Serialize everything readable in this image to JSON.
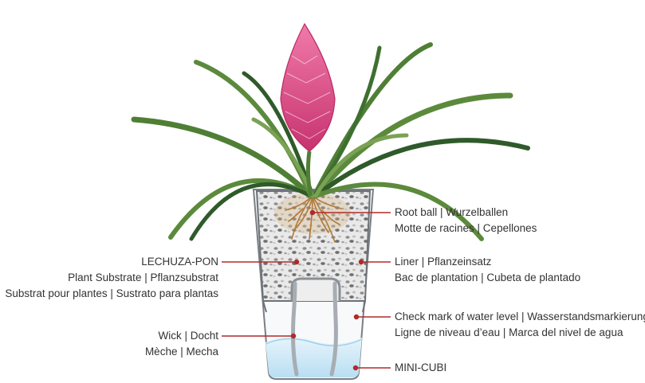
{
  "colors": {
    "leader": "#b02a2a",
    "leaf": "#5c8a3c",
    "leaf_dark": "#2f5a2a",
    "flower": "#e0468c",
    "pot_outline": "#7a7f85",
    "water": "#cde8f6",
    "wick": "#a7adb3",
    "root": "#b07a3a"
  },
  "labels": {
    "root_ball": {
      "line1": "Root ball  |  Wurzelballen",
      "line2": "Motte de racines  |  Cepellones"
    },
    "liner": {
      "line1": "Liner  |  Pflanzeinsatz",
      "line2": "Bac de plantation  |  Cubeta de plantado"
    },
    "water_level": {
      "line1": "Check mark of water level  |  Wasserstandsmarkierung",
      "line2": "Ligne de niveau d’eau  |  Marca del nivel de agua"
    },
    "mini_cubi": {
      "line1": "MINI-CUBI"
    },
    "lechuza_pon": {
      "line1": "LECHUZA-PON",
      "line2": "Plant Substrate  |  Pflanzsubstrat",
      "line3": "Substrat pour plantes  |  Sustrato para plantas"
    },
    "wick": {
      "line1": "Wick  |  Docht",
      "line2": "Mèche  |  Mecha"
    }
  }
}
